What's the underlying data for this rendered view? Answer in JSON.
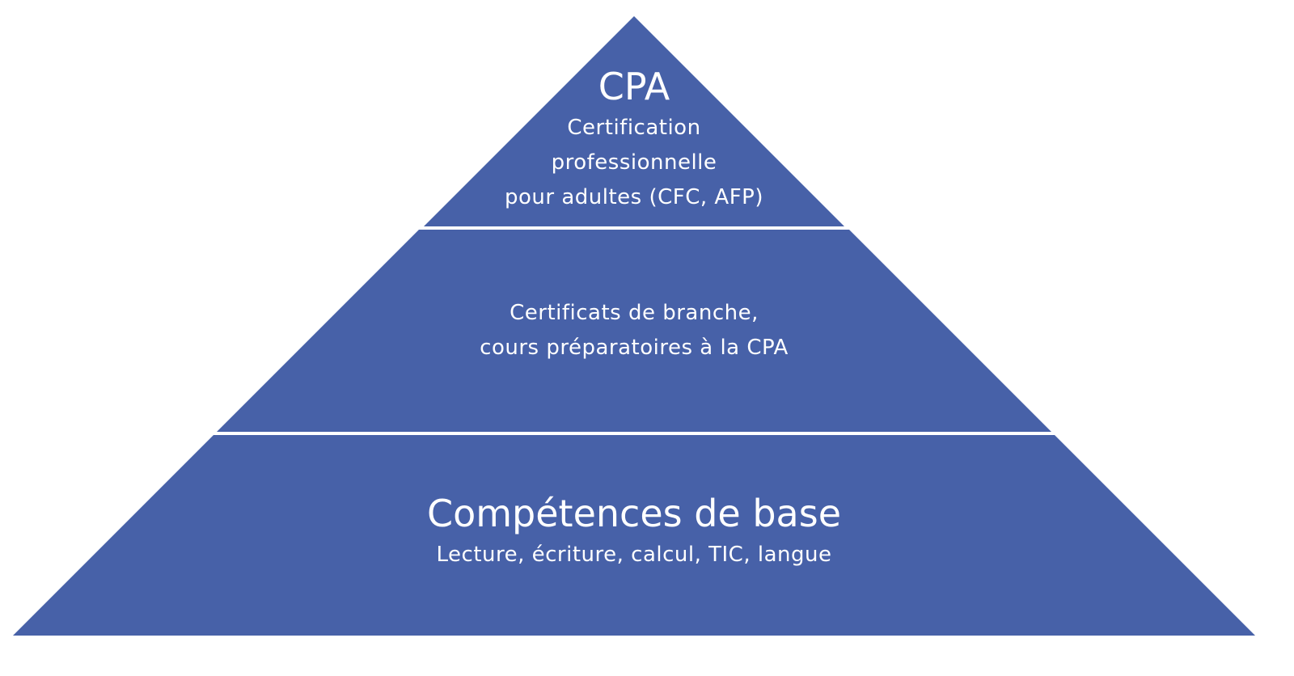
{
  "colors": {
    "tier_fill": "#4761a8",
    "text": "#ffffff",
    "background": "#ffffff"
  },
  "tiers": [
    {
      "title": "CPA",
      "lines": [
        "Certification",
        "professionnelle",
        "pour adultes (CFC, AFP)"
      ]
    },
    {
      "lines": [
        "Certificats de branche,",
        "cours préparatoires à la CPA"
      ]
    },
    {
      "title": "Compétences de base",
      "lines": [
        "Lecture, écriture, calcul, TIC, langue"
      ]
    }
  ]
}
